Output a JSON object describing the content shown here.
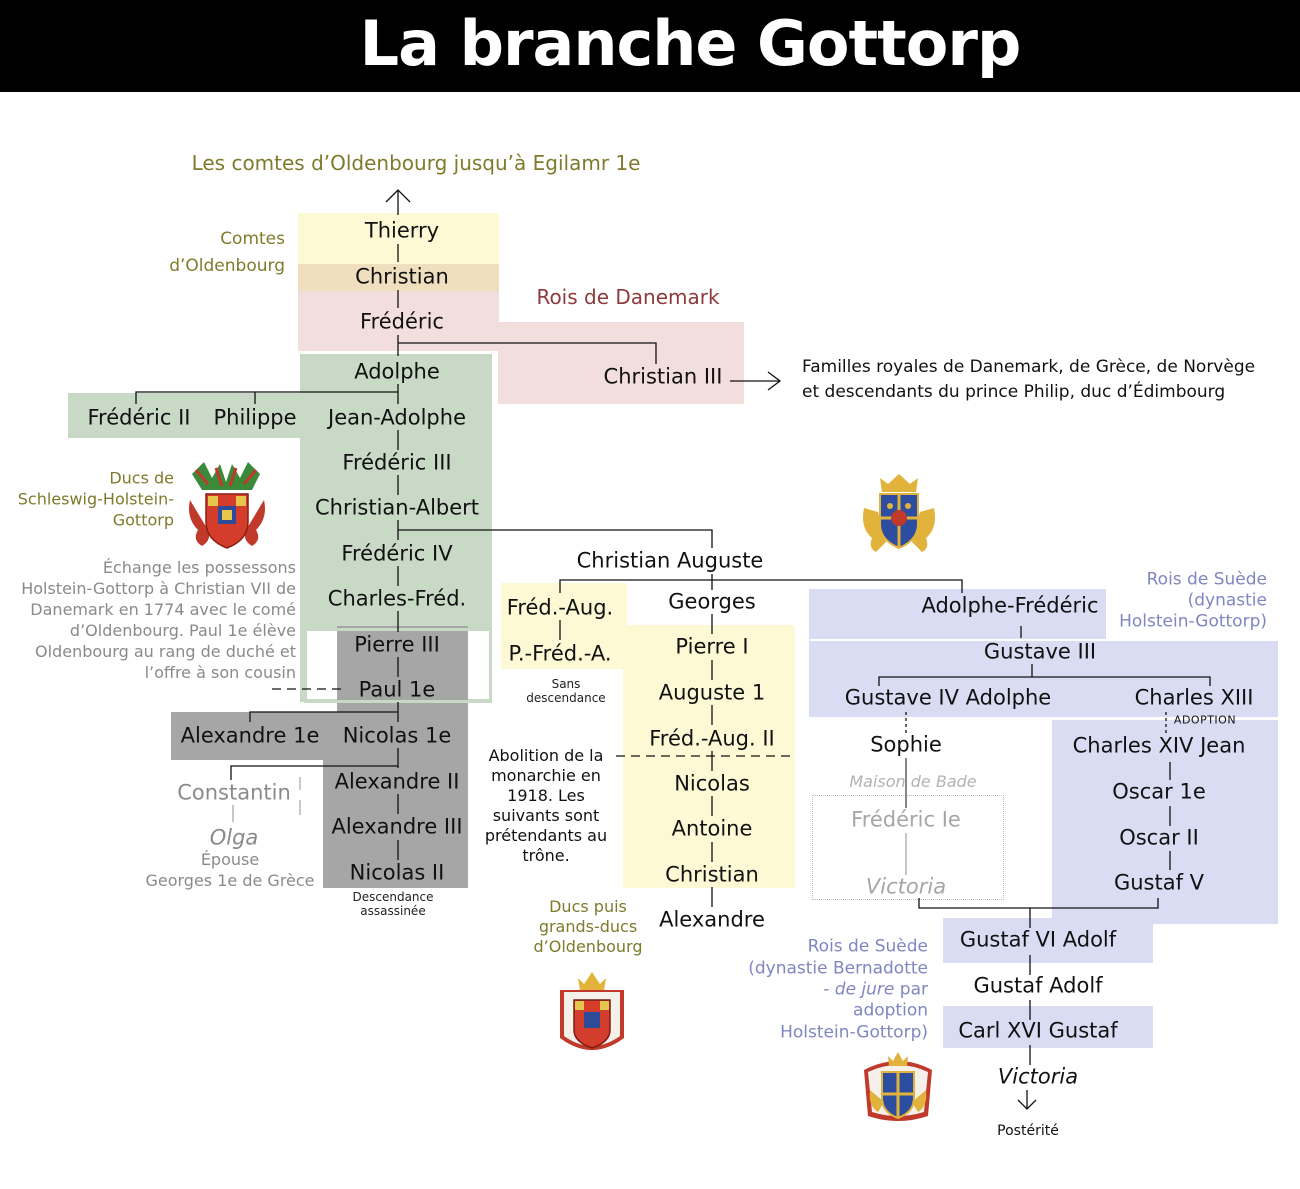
{
  "title": "La branche Gottorp",
  "ancestors": "Les comtes d’Oldenbourg jusqu’à Egilamr 1e",
  "groups": {
    "comtes": "Comtes\nd’Oldenbourg",
    "rois_danemark": "Rois de Danemark",
    "ducs_shg": "Ducs de\nSchleswig-Holstein-\nGottorp",
    "exchange_note": "Échange les possessons\nHolstein-Gottorp à Christian VII de\nDanemark en 1774 avec le comé\nd’Oldenbourg. Paul 1e élève\nOldenbourg au rang de duché et\nl’offre à son cousin",
    "rois_suede_hg": "Rois de Suède\n(dynastie\nHolstein-Gottorp)",
    "abolition_note": "Abolition de la\nmonarchie en\n1918. Les\nsuivants sont\nprétendants au\ntrône.",
    "ducs_oldenbourg": "Ducs puis\ngrands-ducs\nd’Oldenbourg",
    "rois_suede_bern_1": "Rois de Suède",
    "rois_suede_bern_2": "(dynastie Bernadotte",
    "rois_suede_bern_3a": "- ",
    "rois_suede_bern_3b": "de jure",
    "rois_suede_bern_3c": " par",
    "rois_suede_bern_4": "adoption",
    "rois_suede_bern_5": "Holstein-Gottorp)",
    "sans_descendance": "Sans\ndescendance",
    "descendance_assassinee": "Descendance\nassassinée",
    "maison_de_bade": "Maison de Bade",
    "adoption": "ADOPTION",
    "posterite": "Postérité",
    "familles_royales": "Familles royales de Danemark, de Grèce, de Norvège\net descendants du prince Philip, duc d’Édimbourg",
    "epouse": "Épouse\nGeorges 1e de Grèce"
  },
  "people": {
    "thierry": "Thierry",
    "christian": "Christian",
    "frederic": "Frédéric",
    "christian3": "Christian III",
    "adolphe": "Adolphe",
    "frederic2": "Frédéric II",
    "philippe": "Philippe",
    "jean_adolphe": "Jean-Adolphe",
    "frederic3": "Frédéric III",
    "christian_albert": "Christian-Albert",
    "frederic4": "Frédéric IV",
    "charles_fred": "Charles-Fréd.",
    "pierre3": "Pierre III",
    "paul1": "Paul 1e",
    "alexandre1": "Alexandre 1e",
    "nicolas1": "Nicolas 1e",
    "alexandre2": "Alexandre II",
    "alexandre3": "Alexandre III",
    "nicolas2": "Nicolas II",
    "constantin": "Constantin",
    "olga": "Olga",
    "christian_auguste": "Christian Auguste",
    "fred_aug": "Fréd.-Aug.",
    "p_fred_a": "P.-Fréd.-A.",
    "georges": "Georges",
    "pierre1": "Pierre I",
    "auguste1": "Auguste 1",
    "fred_aug2": "Fréd.-Aug. II",
    "nicolas": "Nicolas",
    "antoine": "Antoine",
    "christian_b": "Christian",
    "alexandre": "Alexandre",
    "adolphe_frederic": "Adolphe-Frédéric",
    "gustave3": "Gustave III",
    "gustave4": "Gustave IV Adolphe",
    "charles13": "Charles XIII",
    "sophie": "Sophie",
    "frederic1e": "Frédéric Ie",
    "victoria_bade": "Victoria",
    "charles14": "Charles XIV Jean",
    "oscar1": "Oscar 1e",
    "oscar2": "Oscar II",
    "gustaf5": "Gustaf V",
    "gustaf6": "Gustaf VI Adolf",
    "gustaf_adolf": "Gustaf Adolf",
    "carl16": "Carl XVI Gustaf",
    "victoria": "Victoria"
  },
  "colors": {
    "yellow": "#fdf9d5",
    "tan": "#f0dfbf",
    "pink": "#f3dede",
    "green": "#c8d9c6",
    "gray": "#a6a6a6",
    "lavender": "#d9dcf2",
    "gold_text": "#7f7a2c",
    "denmark_text": "#8e3a3a",
    "sweden_text": "#7f86c0"
  },
  "icons": [
    "coat-of-arms-schleswig-holstein-gottorp",
    "coat-of-arms-sweden-holstein-gottorp",
    "coat-of-arms-oldenburg",
    "coat-of-arms-sweden-bernadotte"
  ]
}
